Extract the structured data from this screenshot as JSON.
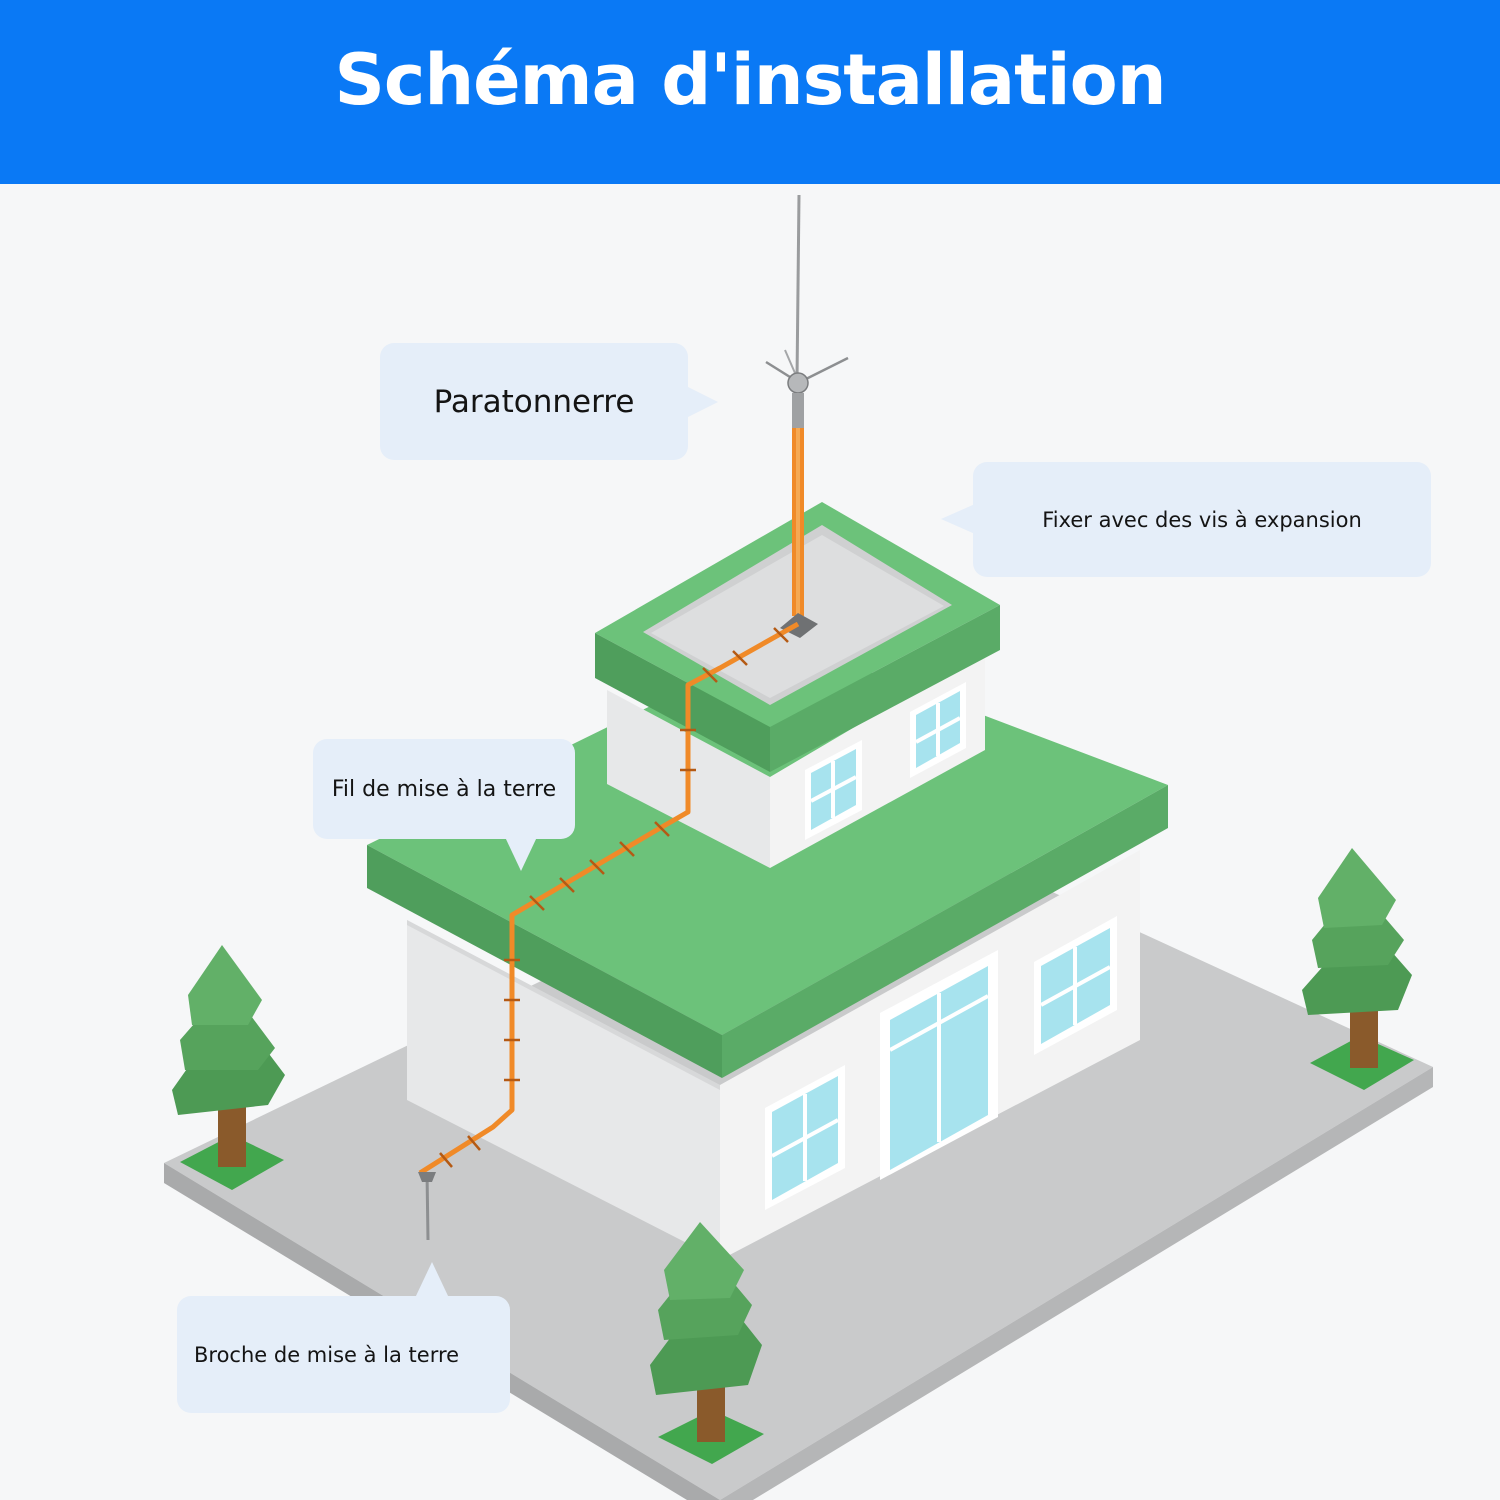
{
  "header": {
    "title": "Schéma d'installation",
    "background_color": "#0a79f5",
    "text_color": "#ffffff"
  },
  "callouts": {
    "lightning_rod": "Paratonnerre",
    "fixing": "Fixer avec des vis à expansion",
    "ground_wire": "Fil de mise à la terre",
    "ground_rod": "Broche de mise à la terre"
  },
  "colors": {
    "roof_green": "#6cc27a",
    "roof_side_green": "#4f9e5c",
    "wall_light": "#f3f3f3",
    "wall_shade": "#dadbdc",
    "ground_platform": "#c9cacb",
    "window_glass": "#a7e3ee",
    "ground_wire_orange": "#f08a28",
    "tree_green": "#56a35c",
    "trunk_brown": "#8a5a2b",
    "callout_background": "#e5eef9"
  },
  "icons": [
    "house-illustration",
    "lightning-rod-icon",
    "tree-icon",
    "ground-rod-icon",
    "window-icon",
    "door-icon"
  ]
}
